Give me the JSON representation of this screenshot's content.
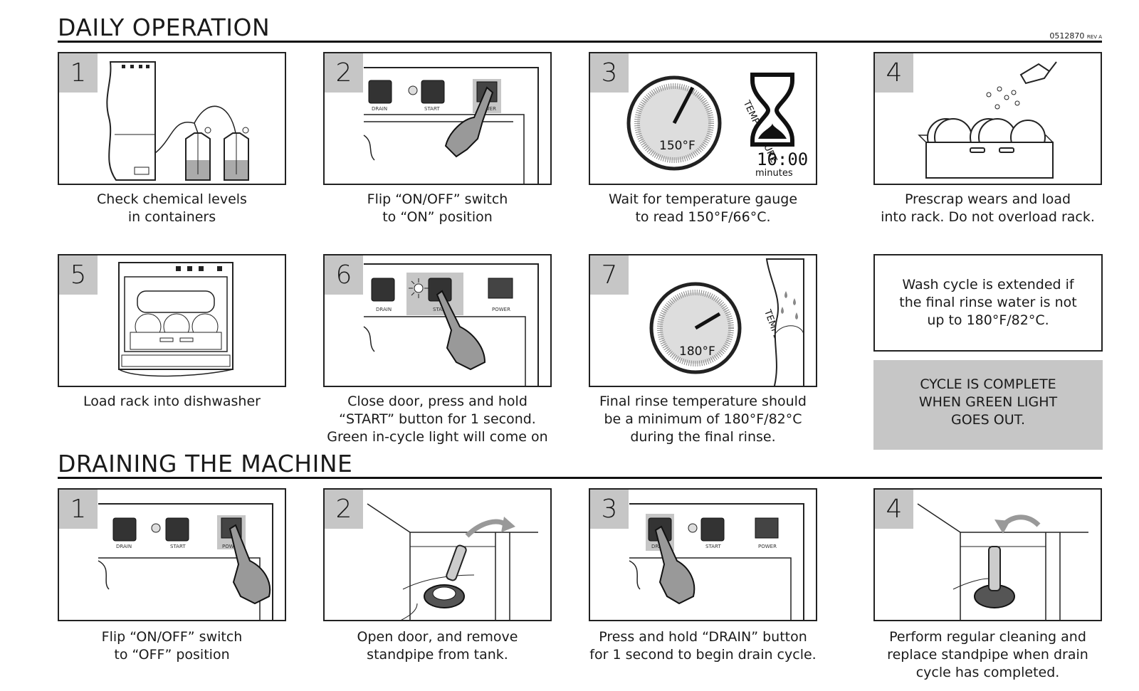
{
  "doc_number": "0512870",
  "doc_rev": "REV A",
  "daily": {
    "title": "DAILY OPERATION",
    "steps": [
      {
        "num": "1",
        "caption_1": "Check chemical levels",
        "caption_2": "in containers",
        "caption_3": ""
      },
      {
        "num": "2",
        "caption_1": "Flip “ON/OFF” switch",
        "caption_2": "to “ON” position",
        "caption_3": ""
      },
      {
        "num": "3",
        "caption_1": "Wait for temperature gauge",
        "caption_2": "to read 150°F/66°C.",
        "caption_3": ""
      },
      {
        "num": "4",
        "caption_1": "Prescrap wears and load",
        "caption_2": "into rack. Do not overload rack.",
        "caption_3": ""
      },
      {
        "num": "5",
        "caption_1": "Load rack into dishwasher",
        "caption_2": "",
        "caption_3": ""
      },
      {
        "num": "6",
        "caption_1": "Close door, press and hold",
        "caption_2": "“START” button for 1 second.",
        "caption_3": "Green in-cycle light will come on"
      },
      {
        "num": "7",
        "caption_1": "Final rinse temperature should",
        "caption_2": "be a minimum of 180°F/82°C",
        "caption_3": "during the final rinse."
      }
    ],
    "note": {
      "line_1": "Wash cycle is extended if",
      "line_2": "the final rinse water is not",
      "line_3": "up to 180°F/82°C."
    },
    "complete": {
      "line_1": "CYCLE IS COMPLETE",
      "line_2": "WHEN GREEN LIGHT",
      "line_3": "GOES OUT."
    }
  },
  "draining": {
    "title": "DRAINING THE MACHINE",
    "steps": [
      {
        "num": "1",
        "caption_1": "Flip “ON/OFF” switch",
        "caption_2": "to “OFF” position",
        "caption_3": ""
      },
      {
        "num": "2",
        "caption_1": "Open door, and remove",
        "caption_2": "standpipe from tank.",
        "caption_3": ""
      },
      {
        "num": "3",
        "caption_1": "Press and hold “DRAIN” button",
        "caption_2": "for 1 second to begin drain cycle.",
        "caption_3": ""
      },
      {
        "num": "4",
        "caption_1": "Perform regular cleaning and",
        "caption_2": "replace standpipe when drain",
        "caption_3": "cycle has completed."
      }
    ]
  },
  "labels": {
    "drain": "DRAIN",
    "start": "START",
    "power": "POWER",
    "temperature": "TEMPERATURE",
    "gauge_150": "150°F",
    "gauge_180": "180°F",
    "timer_value": "10:00",
    "timer_unit": "minutes"
  },
  "icons": [
    "dishwasher-icon",
    "chemical-container-icon",
    "control-panel-icon",
    "pointing-hand-icon",
    "temperature-gauge-icon",
    "hourglass-icon",
    "dish-rack-icon",
    "spray-nozzle-icon",
    "water-drop-icon",
    "standpipe-icon",
    "arrow-icon"
  ],
  "colors": {
    "panel_border": "#222222",
    "number_tab": "#c6c6c6",
    "highlight": "#c6c6c6"
  }
}
